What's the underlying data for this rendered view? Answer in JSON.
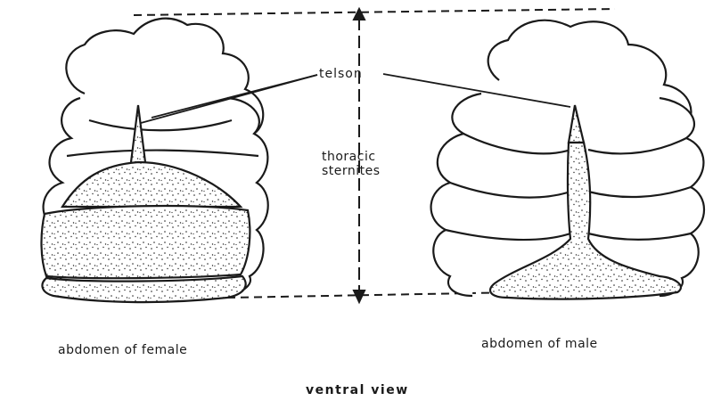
{
  "labels": {
    "telson": "telson",
    "thoracic_line1": "thoracic",
    "thoracic_line2": "sternites",
    "female_caption": "abdomen of female",
    "male_caption": "abdomen of male",
    "view_caption": "ventral view"
  },
  "colors": {
    "ink": "#1a1a1a",
    "background": "#ffffff"
  }
}
